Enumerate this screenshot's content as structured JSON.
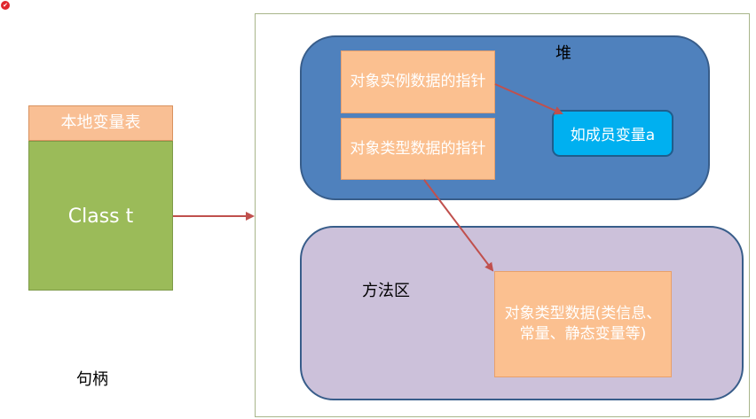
{
  "badge": "✔",
  "stack": {
    "header": "本地变量表",
    "variable": "Class  t",
    "caption": "句柄"
  },
  "heap": {
    "label": "堆",
    "instance_pointer": "对象实例数据的指针",
    "type_pointer": "对象类型数据的指针",
    "member": "如成员变量a"
  },
  "method_area": {
    "label": "方法区",
    "type_data": "对象类型数据(类信息、常量、静态变量等)"
  },
  "colors": {
    "heap_fill": "#4f81bd",
    "method_fill": "#ccc1da",
    "box_fill": "#fbc090",
    "member_fill": "#00b0f0",
    "local_header": "#f9bf94",
    "local_body": "#9bbb59",
    "arrow": "#c0504d"
  }
}
